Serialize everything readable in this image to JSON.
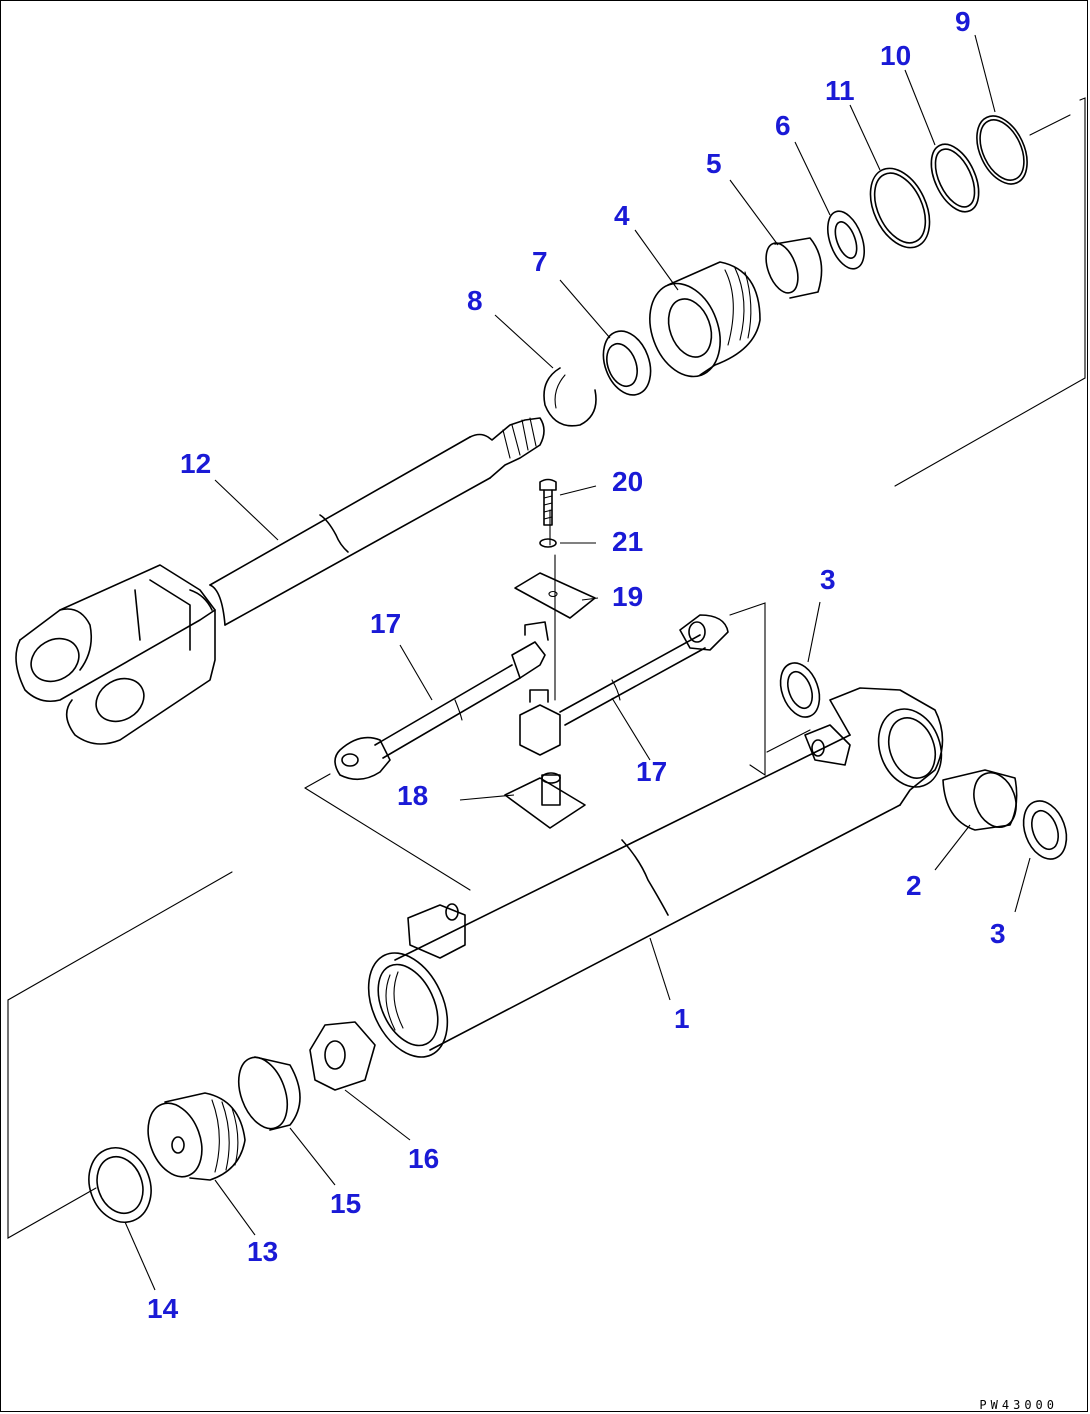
{
  "diagram": {
    "callouts": [
      "1",
      "2",
      "3",
      "3",
      "4",
      "5",
      "6",
      "7",
      "8",
      "9",
      "10",
      "11",
      "12",
      "13",
      "14",
      "15",
      "16",
      "17",
      "17",
      "18",
      "19",
      "20",
      "21"
    ],
    "drawing_code": "PW43000"
  }
}
